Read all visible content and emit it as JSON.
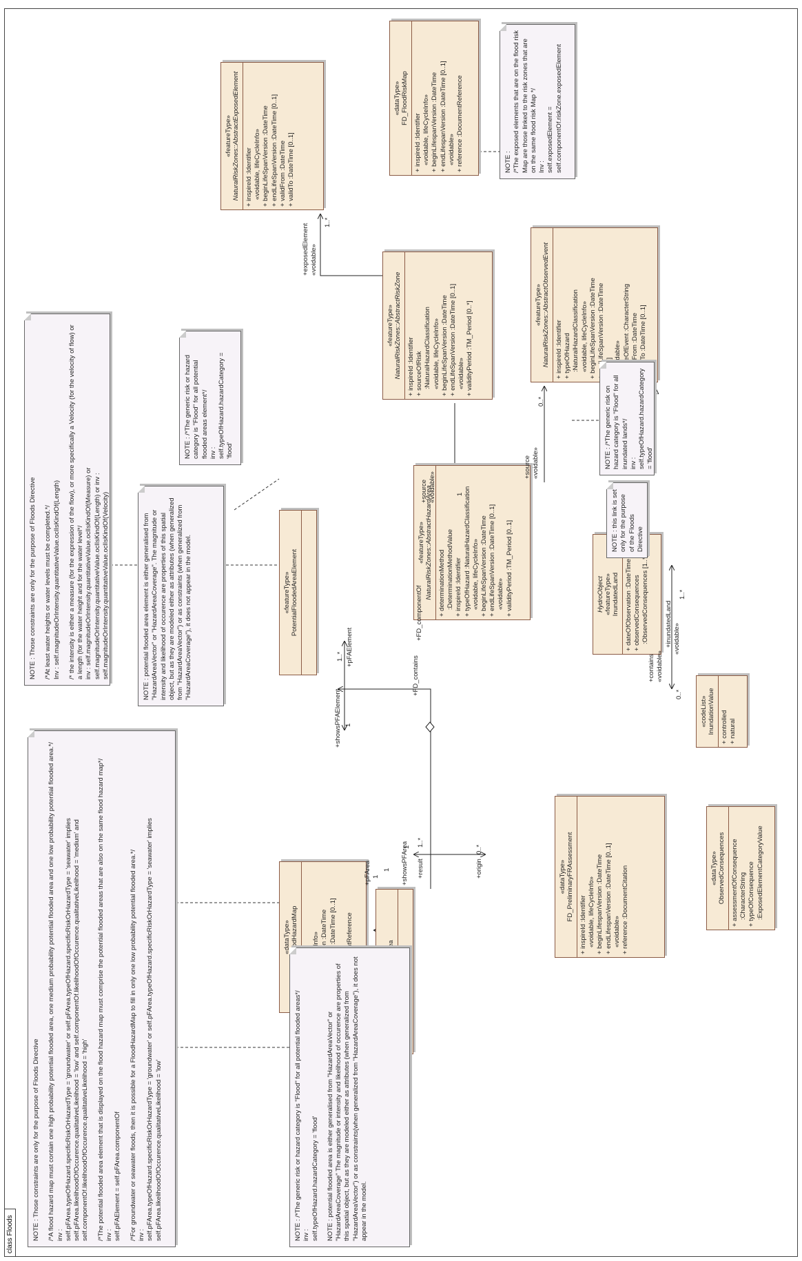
{
  "diagram_title": "class Floods",
  "classes": {
    "pfa": {
      "stereotype": "«featureType»",
      "name": "PotentialFloodedArea",
      "attributes": []
    },
    "fdhm": {
      "stereotype": "«dataType»",
      "name": "FD_FloodHazardMap",
      "attributes": [
        {
          "marker": "+",
          "text": "inspireId :Identifier"
        },
        {
          "marker": "",
          "text": "«voidable, lifeCycleInfo»"
        },
        {
          "marker": "+",
          "text": "beginLifespanVersion :DateTime"
        },
        {
          "marker": "+",
          "text": "endLifespanVersion :DateTime [0..1]"
        },
        {
          "marker": "",
          "text": "«voidable»"
        },
        {
          "marker": "+",
          "text": "reference :DocumentReference"
        }
      ]
    },
    "pfae": {
      "stereotype": "«featureType»",
      "name": "PotentialFloodedAreaElement",
      "attributes": []
    },
    "aha": {
      "stereotype": "«featureType»",
      "name": "NaturalRiskZones::AbstractHazardArea",
      "attributes": [
        {
          "marker": "+",
          "text": "determinationMethod"
        },
        {
          "marker": "",
          "text": ":DeterminationMethodValue"
        },
        {
          "marker": "+",
          "text": "inspireId :Identifier"
        },
        {
          "marker": "+",
          "text": "typeOfHazard :NaturalHazardClassification"
        },
        {
          "marker": "",
          "text": "«voidable, lifeCycleInfo»"
        },
        {
          "marker": "+",
          "text": "beginLifeSpanVersion :DateTime"
        },
        {
          "marker": "+",
          "text": "endLifeSpanVersion :DateTime [0..1]"
        },
        {
          "marker": "",
          "text": "«voidable»"
        },
        {
          "marker": "+",
          "text": "validityPeriod :TM_Period [0..1]"
        }
      ]
    },
    "arz": {
      "stereotype": "«featureType»",
      "name": "NaturalRiskZones::AbstractRiskZone",
      "attributes": [
        {
          "marker": "+",
          "text": "inspireId :Identifier"
        },
        {
          "marker": "+",
          "text": "sourceOfRisk"
        },
        {
          "marker": "",
          "text": ":NaturalHazardClassification"
        },
        {
          "marker": "",
          "text": "«voidable, lifeCycleInfo»"
        },
        {
          "marker": "+",
          "text": "beginLifeSpanVersion :DateTime"
        },
        {
          "marker": "+",
          "text": "endLifeSpanVersion :DateTime [0..1]"
        },
        {
          "marker": "",
          "text": "«voidable»"
        },
        {
          "marker": "+",
          "text": "validityPeriod :TM_Period [0..*]"
        }
      ]
    },
    "aee": {
      "stereotype": "«featureType»",
      "name": "NaturalRiskZones::AbstractExposedElement",
      "attributes": [
        {
          "marker": "+",
          "text": "inspireId :Identifier"
        },
        {
          "marker": "",
          "text": "«voidable, lifeCycleInfo»"
        },
        {
          "marker": "+",
          "text": "beginLifeSpanVersion :DateTime"
        },
        {
          "marker": "+",
          "text": "endLifeSpanVersion :DateTime [0..1]"
        },
        {
          "marker": "+",
          "text": "validFrom :DateTime"
        },
        {
          "marker": "+",
          "text": "validTo :DateTime [0..1]"
        }
      ]
    },
    "fdrm": {
      "stereotype": "«dataType»",
      "name": "FD_FloodRiskMap",
      "attributes": [
        {
          "marker": "+",
          "text": "inspireId :Identifier"
        },
        {
          "marker": "",
          "text": "«voidable, lifeCycleInfo»"
        },
        {
          "marker": "+",
          "text": "beginLifespanVersion :DateTime"
        },
        {
          "marker": "+",
          "text": "endLifespanVersion :DateTime [0..1]"
        },
        {
          "marker": "",
          "text": "«voidable»"
        },
        {
          "marker": "+",
          "text": "reference :DocumentReference"
        }
      ]
    },
    "aoe": {
      "stereotype": "«featureType»",
      "name": "NaturalRiskZones::AbstractObservedEvent",
      "attributes": [
        {
          "marker": "+",
          "text": "inspireId :Identifier"
        },
        {
          "marker": "+",
          "text": "typeOfHazard"
        },
        {
          "marker": "",
          "text": ":NaturalHazardClassification"
        },
        {
          "marker": "",
          "text": "«voidable, lifeCycleInfo»"
        },
        {
          "marker": "+",
          "text": "beginLifeSpanVersion :DateTime"
        },
        {
          "marker": "+",
          "text": "endLifeSpanVersion :DateTime"
        },
        {
          "marker": "",
          "text": "[0..1]"
        },
        {
          "marker": "",
          "text": "«voidable»"
        },
        {
          "marker": "+",
          "text": "nameOfEvent :CharacterString"
        },
        {
          "marker": "+",
          "text": "validFrom :DateTime"
        },
        {
          "marker": "+",
          "text": "validTo :DateTime [0..1]"
        }
      ]
    },
    "inl": {
      "stereotype": "«featureType»",
      "name": "InundatedLand",
      "italic_label": "HydroObject",
      "attributes": [
        {
          "marker": "+",
          "text": "dateOfObservation :DateTime"
        },
        {
          "marker": "+",
          "text": "observedConsequences"
        },
        {
          "marker": "",
          "text": ":ObservedConsequences [1..*]"
        }
      ]
    },
    "fdpfra": {
      "stereotype": "«dataType»",
      "name": "FD_PreliminaryFRAssessment",
      "attributes": [
        {
          "marker": "+",
          "text": "inspireId :Identifier"
        },
        {
          "marker": "",
          "text": "«voidable, lifeCycleInfo»"
        },
        {
          "marker": "+",
          "text": "beginLifespanVersion :DateTime"
        },
        {
          "marker": "+",
          "text": "endLifespanVersion :DateTime [0..1]"
        },
        {
          "marker": "",
          "text": "«voidable»"
        },
        {
          "marker": "+",
          "text": "reference :DocumentCitation"
        }
      ]
    },
    "ocons": {
      "stereotype": "«dataType»",
      "name": "ObservedConsequences",
      "attributes": [
        {
          "marker": "+",
          "text": "assessmentOfConsequence"
        },
        {
          "marker": "",
          "text": ":CharacterString"
        },
        {
          "marker": "+",
          "text": "typeOfConsequence"
        },
        {
          "marker": "",
          "text": ":ExposedElementCategoryValue"
        }
      ]
    },
    "inv": {
      "stereotype": "«codeList»",
      "name": "InundationValue",
      "attributes": [
        {
          "marker": "+",
          "text": "controlled"
        },
        {
          "marker": "+",
          "text": "natural"
        }
      ]
    }
  },
  "notes": {
    "n1": [
      "NOTE : Those constraints are only for the purpose of Floods Directive",
      "/*A flood hazard map must contain one high probability potential flooded area, one medium probability potential flooded area and one low probability potential flooded area.*/\ninv :\nself.pFArea.typeOfHazard.specificRiskOrHazardType = 'groundwater' or self.pFArea.typeOfHazard.specificRiskOrHazardType = 'seawater' implies self.pFArea.likelihoodOfOccurence.qualitativeLikelihood = 'low' and self.componentOf.likelihoodOfOccurence.qualitativeLikelihood = 'medium' and self.componentOf.likelihoodOfOccurence.qualitativeLikelihood = 'high'",
      "/*The potential flooded area element that is displayed on the flood hazard map must comprise the potential flooded areas that are also on the same flood hazard map*/\ninv :\nself.pFAElement = self.pFArea.componentOf",
      "/*For groundwater or seawater floods, then it is possible for a FloodHazardMap to fill in only one low probability potential flooded area.*/\ninv :\nself.pFArea.typeOfHazard.specificRiskOrHazardType = 'groundwater' or self.pFArea.typeOfHazard.specificRiskOrHazardType = 'seawater' implies self.pFArea.likelihoodOfOccurence.qualitativeLikelihood = 'low'"
    ],
    "n2": [
      "NOTE : /*The generic risk or hazard category is \"Flood\" for all potential flooded areas*/\ninv :\nself.typeOfHazard.hazardCategory = 'flood'",
      "NOTE : potential flooded area is either generalised from \"HazardAreaVector\" or \"HazardAreaCoverage\" The magnitude or intensity and likelihood of occurence are properties of this spatial object, but as they are modeled either as attributes (when generalized from \"HazardAreaVector\") or as constraints(when generalized from \"HazardAreaCoverage\"), it does not appear in the model."
    ],
    "n3": [
      "NOTE : Those constraints are only for the purpose of Floods Directive",
      "/*At least water heights or water levels must be completed.*/\nInv : self.magnitudeOrIntensity.quantitativeValue.oclIsKindOf(Length)",
      "/* the intensity is either a measure (for the expression of the flow), or more specifically a Velocity (for the velocity of flow) or a length (for the water height and for the water level*/\ninv : self.magnitudeOrIntensity.quantitativeValue.oclIsKindOf(Measure) or self.magnitudeOrIntensity.quantitativeValue.oclIsKindOf(Length) or inv : self.magnitudeOrIntensity.quantitativeValue.oclIsKindOf(Velocity)"
    ],
    "n4": [
      "NOTE : potential flooded area element is either generalised from \"HazardAreaVector\" or \"HazardAreaCoverage\". The magnitude or intensity and likelihood of occurence are properties of this spatial object, but as they are modeled either as attributes (when generalized from \"HazardAreaVector\") or as constraints (when generalized from \"HazardAreaCoverage\"), it does not appear in the model."
    ],
    "n5": [
      "NOTE : /*The generic risk or hazard category is \"Flood\" for all potential flooded areas element*/\ninv :\nself.typeOfHazard.hazardCategory = 'flood'"
    ],
    "n6": [
      "NOTE :\n/*The exposed elements that are on the flood risk Map are those linked to the risk zones that are on the same flood risk Map */\nInv :\nself.exposedElement =\nself.componentOf.riskZone.exposedElement"
    ],
    "n7": [
      "NOTE : /*The generic risk on hazard category is \"Flood\" for all inundated lands*/\ninv :\nself.typeOfHazard.hazardCategory = 'flood'"
    ],
    "n8": [
      "NOTE : this link is set only for the purpose of the Floods Directive"
    ]
  },
  "links": {
    "fd_contains": "+FD_contains",
    "fd_componentOf": "+FD_componentOf",
    "pfarea": "+pFArea",
    "one_a": "1",
    "showsPFArea": "+showsPFArea",
    "one_b": "1",
    "one_pfa": "1",
    "pfaelement": "+pFAElement",
    "mult_1star_a": "1..*",
    "showsPFAElement": "+showsPFAElement",
    "one_c": "1",
    "result": "+result",
    "mult_1star_b": "1..*",
    "origin": "+origin",
    "mult_0star_a": "0..*",
    "source_a": "+source",
    "voidable_a": "«voidable»",
    "one_d": "1",
    "source_b": "+source",
    "voidable_b": "«voidable»",
    "mult_0star_b": "0..*",
    "exposedElement": "+exposedElement",
    "voidable_c": "«voidable»",
    "mult_1star_c": "1..*",
    "contains": "+contains",
    "voidable_d": "«voidable»",
    "mult_0star_c": "0..*",
    "inundatedLand": "+inundatedLand",
    "voidable_e": "«voidable»",
    "mult_1star_d": "1..*"
  }
}
